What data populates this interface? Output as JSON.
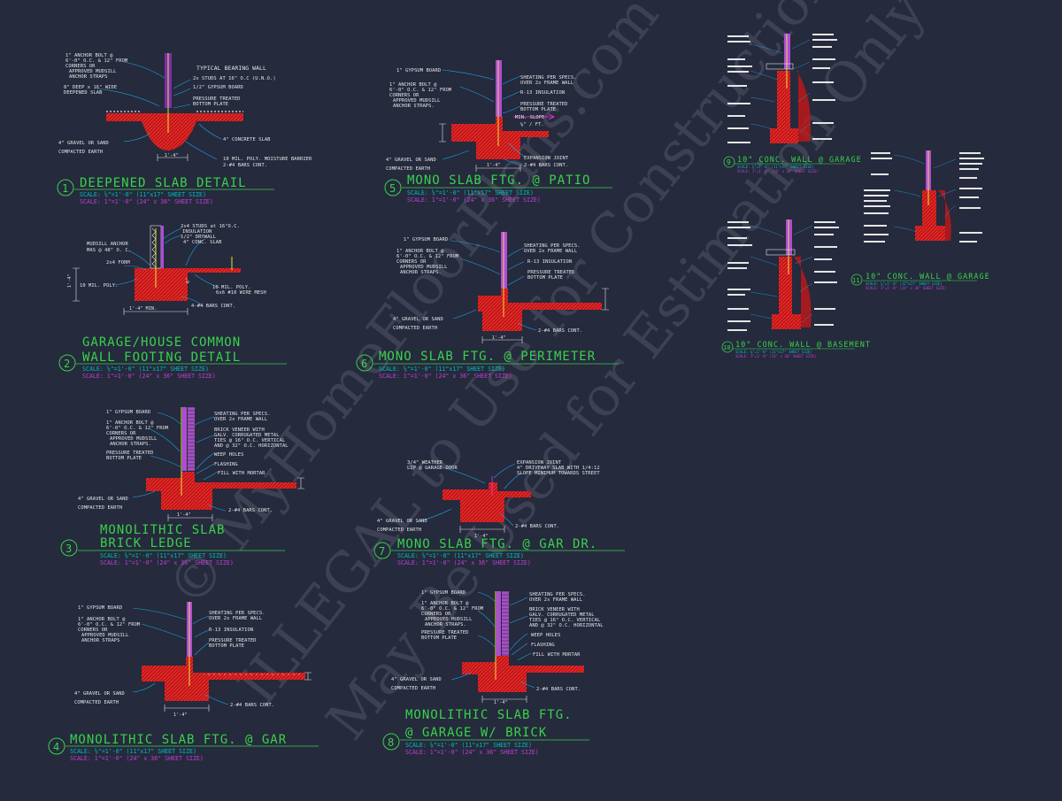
{
  "watermarks": {
    "line1": "© MyHomeFloorPlans.com",
    "line2": "ILLEGAL to Use for Construction",
    "line3": "May Be Used for Estimation Only"
  },
  "colors": {
    "background": "#252a3d",
    "title": "#39d24a",
    "scale_half": "#00bdbd",
    "scale_full": "#c23fd3",
    "concrete_hatch": "#d81b1b",
    "leader": "#1ba7e8",
    "wall_stud": "#b04bd8",
    "bolt": "#e7e23a"
  },
  "scale": {
    "half": "SCALE: ⅛\"=1'-0\" (11\"x17\" SHEET SIZE)",
    "full": "SCALE: 1\"=1'-0\" (24\" x 36\" SHEET SIZE)",
    "half_small": "SCALE: ⅛\"=1'-0\" (11\"x17\" SHEET SIZE)",
    "full_small": "SCALE: 1\"=1'-0\" (24\" x 36\" SHEET SIZE)"
  },
  "details": [
    {
      "number": "1",
      "title": "DEEPENED SLAB DETAIL",
      "notes": [
        "1\" ANCHOR BOLT @",
        "6'-0\" O.C. & 12\" FROM",
        "CORNERS OR",
        "APPROVED MUDSILL",
        "ANCHOR STRAPS",
        "8\" DEEP x 16\" WIDE",
        "DEEPENED SLAB",
        "TYPICAL BEARING WALL",
        "2x STUDS AT 16\" O.C (U.N.O.)",
        "1/2\" GYPSUM BOARD",
        "PRESSURE TREATED",
        "BOTTOM PLATE",
        "4\" GRAVEL OR SAND",
        "COMPACTED EARTH",
        "4\" CONCRETE SLAB",
        "10 MIL. POLY. MOISTURE BARRIER",
        "2-#4 BARS CONT."
      ],
      "dims": [
        "1'-4\""
      ]
    },
    {
      "number": "2",
      "title_line1": "GARAGE/HOUSE COMMON",
      "title_line2": "WALL FOOTING DETAIL",
      "notes": [
        "2x4 STUDS at 16\"O.C.",
        "INSULATION",
        "1/2\" DRYWALL",
        "4\" CONC. SLAB",
        "MUDSILL ANCHOR",
        "MAS @ 48\" O. C.",
        "2x4 FORM",
        "10 MIL. POLY.",
        "10 MIL. POLY.",
        "6x6 #10 WIRE MESH",
        "4-#4 BARS CONT."
      ],
      "dims": [
        "1'-4\" MIN.",
        "1'-4\"",
        "6\""
      ]
    },
    {
      "number": "3",
      "title_line1": "MONOLITHIC SLAB",
      "title_line2": "BRICK LEDGE",
      "notes": [
        "1\" GYPSUM BOARD",
        "1\" ANCHOR BOLT @",
        "6'-0\" O.C. & 12\" FROM",
        "CORNERS OR",
        "APPROVED MUDSILL",
        "ANCHOR STRAPS.",
        "PRESSURE TREATED",
        "BOTTOM PLATE",
        "SHEATING PER SPECS.",
        "OVER 2x FRAME WALL",
        "BRICK VENEER WITH",
        "GALV. CORRUGATED METAL",
        "TIES @ 16\" O.C. VERTICAL",
        "AND @ 32\" O.C. HORIZONTAL",
        "WEEP HOLES",
        "FLASHING",
        "FILL WITH MORTAR",
        "4\" GRAVEL OR SAND",
        "COMPACTED EARTH",
        "2-#4 BARS CONT."
      ],
      "dims": [
        "1'-4\""
      ]
    },
    {
      "number": "4",
      "title": "MONOLITHIC SLAB FTG. @ GAR",
      "notes": [
        "1\" GYPSUM BOARD",
        "1\" ANCHOR BOLT @",
        "6'-0\" O.C. & 12\" FROM",
        "CORNERS OR",
        "APPROVED MUDSILL",
        "ANCHOR STRAPS",
        "SHEATING PER SPECS.",
        "OVER 2x FRAME WALL",
        "R-13 INSULATION",
        "PRESSURE TREATED",
        "BOTTOM PLATE",
        "4\" GRAVEL OR SAND",
        "COMPACTED EARTH",
        "2-#4 BARS CONT."
      ],
      "dims": [
        "1'-4\""
      ]
    },
    {
      "number": "5",
      "title": "MONO SLAB FTG. @ PATIO",
      "notes": [
        "1\" GYPSUM BOARD",
        "1\" ANCHOR BOLT @",
        "6'-0\" O.C. & 12\" FROM",
        "CORNERS OR",
        "APPROVED MUDSILL",
        "ANCHOR STRAPS.",
        "SHEATING PER SPECS.",
        "OVER 2x FRAME WALL",
        "R-13 INSULATION",
        "PRESSURE TREATED",
        "BOTTOM PLATE",
        "MIN. SLOPE",
        "⅛\" / FT.",
        "4\" GRAVEL OR SAND",
        "COMPACTED EARTH",
        "EXPANSION JOINT",
        "2-#4 BARS CONT."
      ],
      "dims": [
        "1'-4\""
      ]
    },
    {
      "number": "6",
      "title": "MONO SLAB FTG. @ PERIMETER",
      "notes": [
        "1\" GYPSUM BOARD",
        "1\" ANCHOR BOLT @",
        "6'-0\" O.C. & 12\" FROM",
        "CORNERS OR",
        "APPROVED MUDSILL",
        "ANCHOR STRAPS.",
        "SHEATING PER SPECS.",
        "OVER 2x FRAME WALL",
        "R-13 INSULATION",
        "PRESSURE TREATED",
        "BOTTOM PLATE",
        "4\" GRAVEL OR SAND",
        "COMPACTED EARTH",
        "2-#4 BARS CONT."
      ],
      "dims": [
        "1'-4\""
      ]
    },
    {
      "number": "7",
      "title": "MONO SLAB FTG. @ GAR DR.",
      "notes": [
        "3/4\" WEATHER",
        "LIP @ GARAGE DOOR",
        "EXPANSION JOINT",
        "4\" DRIVEWAY SLAB WITH 1/4:12",
        "SLOPE MINIMUM TOWARDS STREET",
        "4\" GRAVEL OR SAND",
        "COMPACTED EARTH",
        "2-#4 BARS CONT."
      ],
      "dims": [
        "1'-4\""
      ]
    },
    {
      "number": "8",
      "title_line1": "MONOLITHIC SLAB FTG.",
      "title_line2": "@ GARAGE W/ BRICK",
      "notes": [
        "1\" GYPSUM BOARD",
        "1\" ANCHOR BOLT @",
        "6'-0\" O.C. & 12\" FROM",
        "CORNERS OR",
        "APPROVED MUDSILL",
        "ANCHOR STRAPS.",
        "PRESSURE TREATED",
        "BOTTOM PLATE",
        "SHEATING PER SPECS.",
        "OVER 2x FRAME WALL",
        "BRICK VENEER WITH",
        "GALV. CORRUGATED METAL",
        "TIES @ 16\" O.C. VERTICAL",
        "AND @ 32\" O.C. HORIZONTAL",
        "WEEP HOLES",
        "FLASHING",
        "FILL WITH MORTAR",
        "4\" GRAVEL OR SAND",
        "COMPACTED EARTH",
        "2-#4 BARS CONT."
      ],
      "dims": [
        "1'-4\""
      ]
    },
    {
      "number": "9",
      "title": "10\" CONC. WALL @ GARAGE"
    },
    {
      "number": "10",
      "title": "10\" CONC. WALL @ BASEMENT"
    },
    {
      "number": "11",
      "title": "10\" CONC. WALL @ GARAGE"
    }
  ]
}
